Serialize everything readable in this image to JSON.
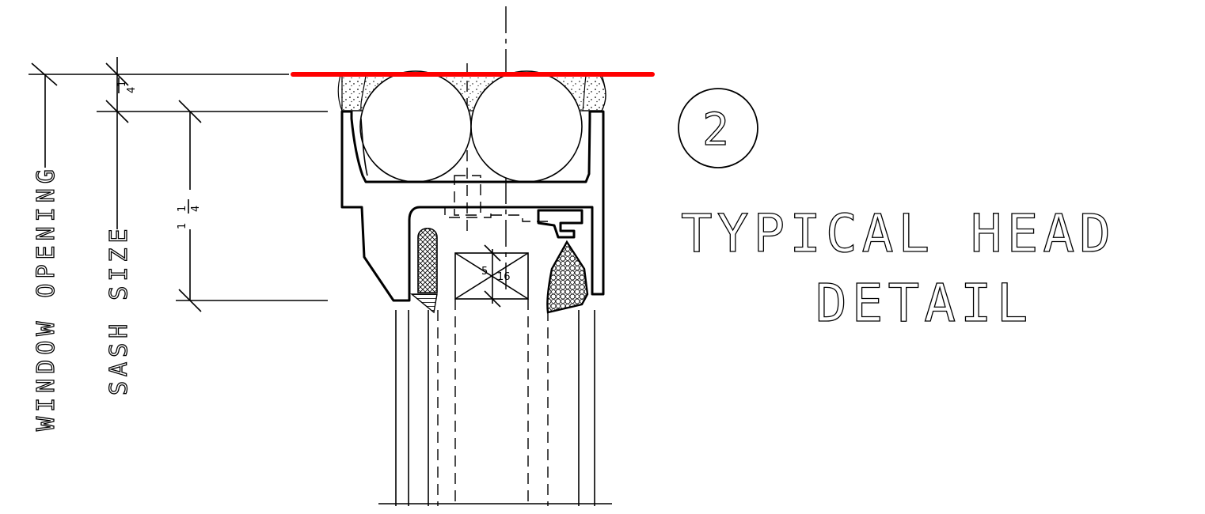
{
  "detail": {
    "number": "2",
    "title_line1": "TYPICAL HEAD",
    "title_line2": "DETAIL"
  },
  "dimensions": {
    "window_opening": "WINDOW OPENING",
    "sash_size": "SASH SIZE",
    "head_gap_num": "1",
    "head_gap_den": "4",
    "sash_head_whole": "1",
    "sash_head_num": "1",
    "sash_head_den": "4",
    "stop_num": "5",
    "stop_den": "16"
  },
  "colors": {
    "highlight_line": "#ff0000",
    "linework": "#000000"
  }
}
